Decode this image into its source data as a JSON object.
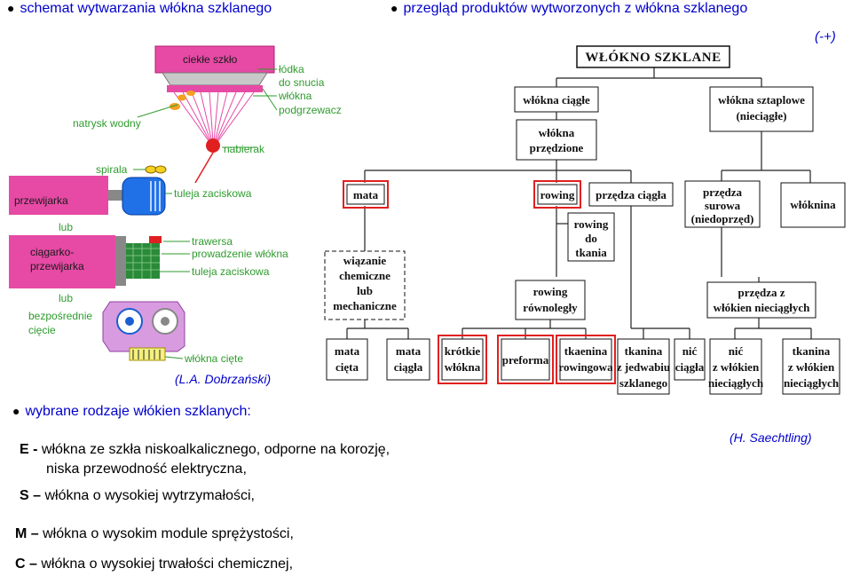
{
  "headers": {
    "left": "schemat wytwarzania włókna szklanego",
    "right": "przegląd produktów wytworzonych z włókna szklanego",
    "plus": "(-+)"
  },
  "process": {
    "labels": {
      "ciekle": "ciekłe szkło",
      "lodka1": "łódka",
      "lodka2": "do snucia",
      "wlokna": "włókna",
      "podgrzewacz": "podgrzewacz",
      "natrysk": "natrysk wodny",
      "nabierak": "nabierak",
      "spirala": "spirala",
      "przewijarka": "przewijarka",
      "tuleja1": "tuleja zaciskowa",
      "lub1": "lub",
      "ciagarko1": "ciągarko-",
      "ciagarko2": "przewijarka",
      "trawersa": "trawersa",
      "prowadzenie": "prowadzenie włókna",
      "tuleja2": "tuleja zaciskowa",
      "lub2": "lub",
      "bezposrednie1": "bezpośrednie",
      "bezposrednie2": "cięcie",
      "ciete": "włókna cięte"
    },
    "credit": "(L.A. Dobrzański)"
  },
  "tree": {
    "root": "WŁÓKNO SZKLANE",
    "ciagle": "włókna ciągłe",
    "sztaplowe1": "włókna sztaplowe",
    "sztaplowe2": "(nieciągłe)",
    "przedzione1": "włókna",
    "przedzione2": "przędzione",
    "mata": "mata",
    "rowing": "rowing",
    "przedza_ciagla": "przędza ciągła",
    "surowa1": "przędza",
    "surowa2": "surowa",
    "surowa3": "(niedoprzęd)",
    "wloknina": "włóknina",
    "rowtk1": "rowing",
    "rowtk2": "do",
    "rowtk3": "tkania",
    "wiaz1": "wiązanie",
    "wiaz2": "chemiczne",
    "wiaz3": "lub",
    "wiaz4": "mechaniczne",
    "rowrown1": "rowing",
    "rowrown2": "równoległy",
    "przz1": "przędza z",
    "przz2": "włókien nieciągłych",
    "b1a": "mata",
    "b1b": "cięta",
    "b2a": "mata",
    "b2b": "ciągła",
    "b3a": "krótkie",
    "b3b": "włókna",
    "b4": "preforma",
    "b5a": "tkaenina",
    "b5b": "rowingowa",
    "b6a": "tkanina",
    "b6b": "z jedwabiu",
    "b6c": "szklanego",
    "b7a": "nić",
    "b7b": "ciągła",
    "b8a": "nić",
    "b8b": "z włókien",
    "b8c": "nieciągłych",
    "b9a": "tkanina",
    "b9b": "z włókien",
    "b9c": "nieciągłych",
    "credit": "(H. Saechtling)"
  },
  "types": {
    "heading": "wybrane rodzaje włókien szklanych:",
    "E_key": "E -",
    "E_line1": "włókna ze szkła niskoalkalicznego, odporne na korozję,",
    "E_line2": "niska przewodność elektryczna,",
    "S_key": "S –",
    "S_text": "włókna o wysokiej wytrzymałości,",
    "M_key": "M –",
    "M_text": "włókna o wysokim module sprężystości,",
    "C_key": "C –",
    "C_text": "włókna o wysokiej trwałości chemicznej,"
  },
  "colors": {
    "header_blue": "#0000cc",
    "label_green": "#2e9b2e",
    "magenta": "#e64aa5",
    "highlight_red": "#e02020"
  }
}
